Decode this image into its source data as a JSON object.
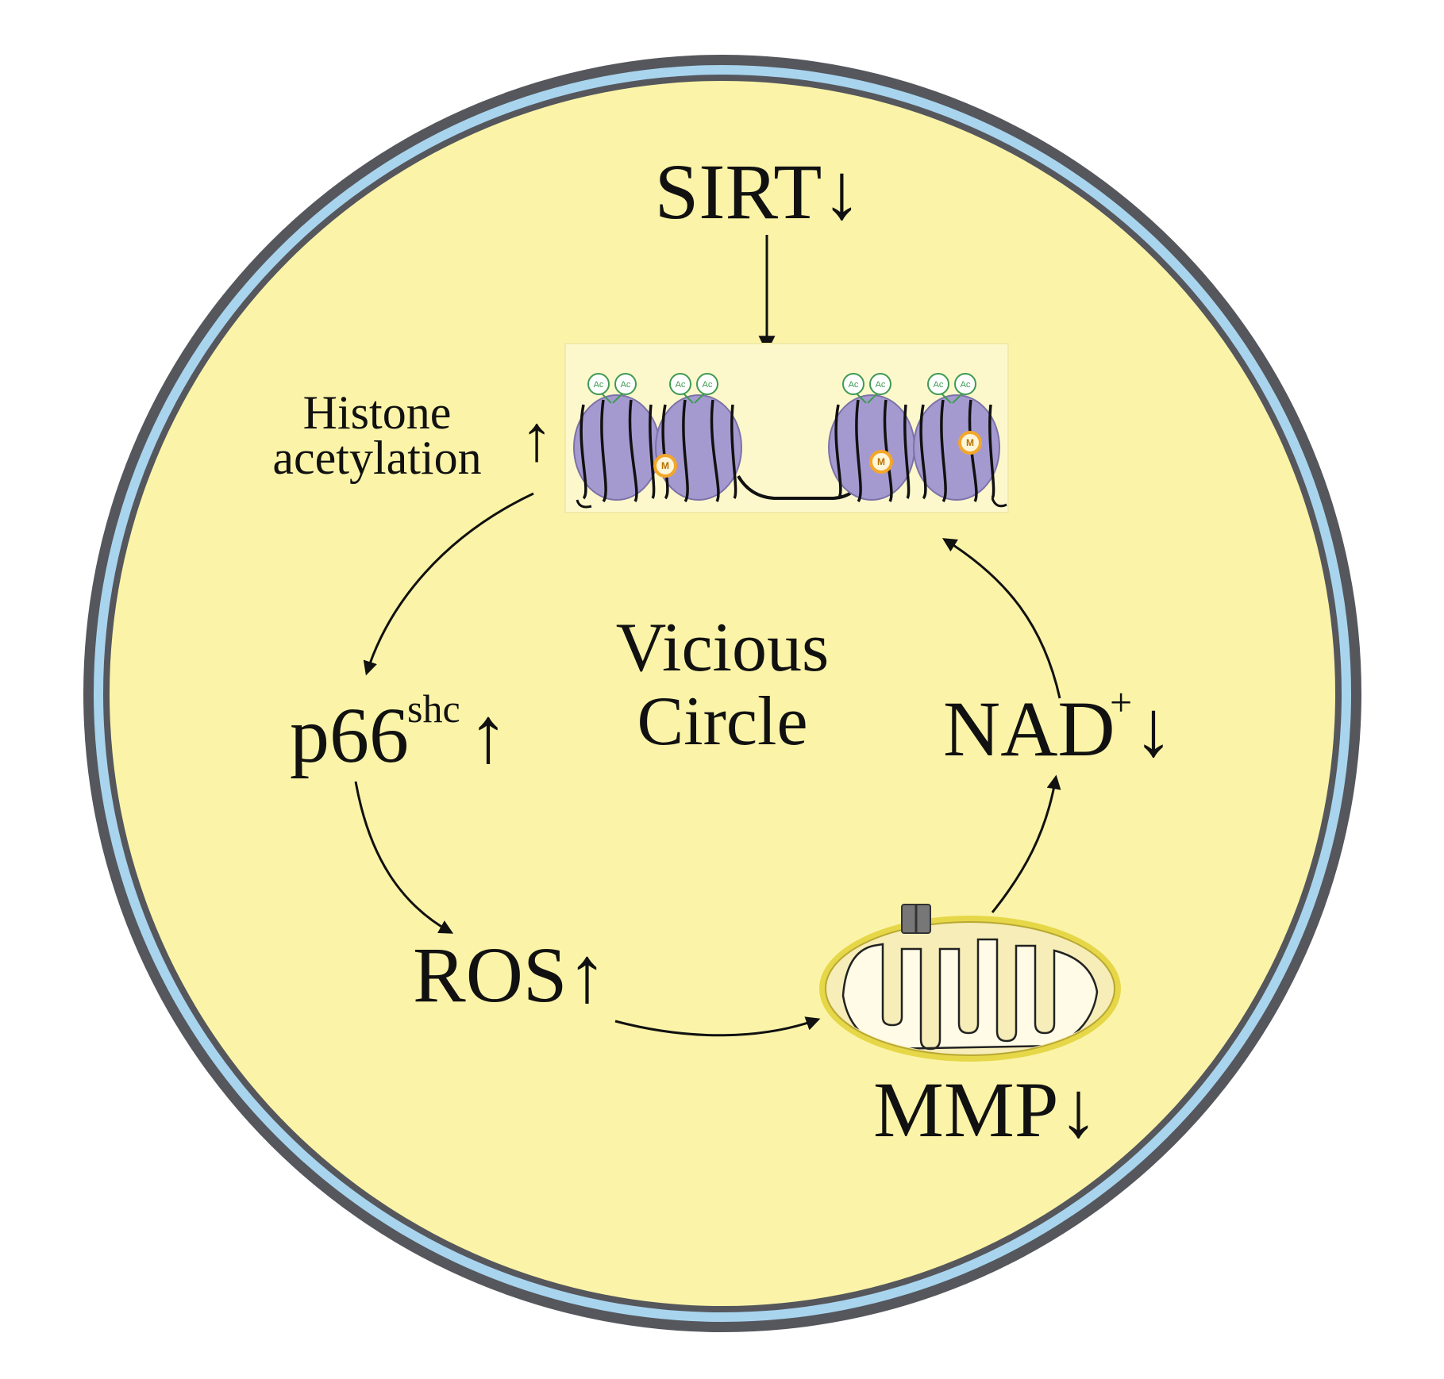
{
  "labels": {
    "sirt": "SIRT↓",
    "histone_line1": "Histone",
    "histone_line2": "acetylation",
    "histone_arrow": "↑",
    "p66_base": "p66",
    "p66_sup": "shc",
    "p66_arrow": "↑",
    "center_line1": "Vicious",
    "center_line2": "Circle",
    "nad_base": "NAD",
    "nad_sup": "+",
    "nad_arrow": "↓",
    "ros": "ROS↑",
    "mmp": "MMP↓"
  },
  "nucleosome_marks": {
    "acetyl": "Ac",
    "methyl": "M"
  },
  "colors": {
    "cell_fill": "#fbf4a8",
    "membrane_outer": "#55575c",
    "membrane_middle": "#a9d4ee",
    "nucleosome": "#a59ad0",
    "acetyl_green": "#3f9a52",
    "methyl_orange": "#f3a62a",
    "mitochondria_fill": "#f6edb8",
    "mitochondria_rim": "#e6d748",
    "arrow": "#111111"
  },
  "icons": [
    "nucleosome-icon",
    "acetyl-mark-icon",
    "methyl-mark-icon",
    "mitochondrion-icon",
    "channel-icon"
  ]
}
